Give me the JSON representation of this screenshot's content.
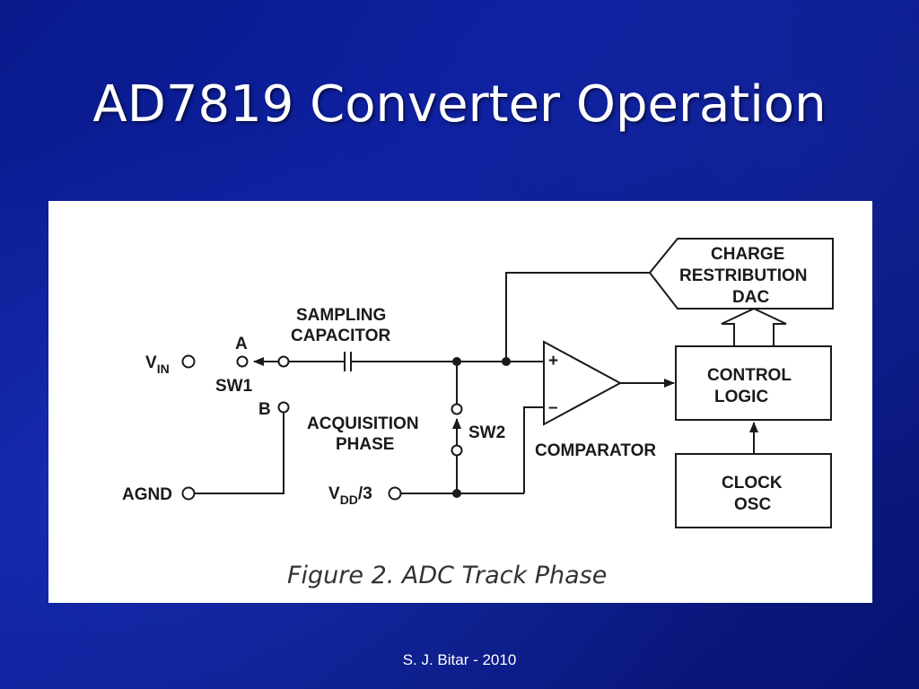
{
  "slide": {
    "title": "AD7819 Converter Operation",
    "footer": "S. J. Bitar - 2010"
  },
  "diagram": {
    "caption": "Figure 2.  ADC Track Phase",
    "labels": {
      "vin_main": "V",
      "vin_sub": "IN",
      "switch_pos_a": "A",
      "sw1": "SW1",
      "switch_pos_b": "B",
      "agnd": "AGND",
      "sampling_line1": "SAMPLING",
      "sampling_line2": "CAPACITOR",
      "acq_line1": "ACQUISITION",
      "acq_line2": "PHASE",
      "sw2": "SW2",
      "vdd_main": "V",
      "vdd_sub": "DD",
      "vdd_suffix": "/3",
      "plus": "+",
      "minus": "–",
      "comparator": "COMPARATOR",
      "dac_line1": "CHARGE",
      "dac_line2": "RESTRIBUTION",
      "dac_line3": "DAC",
      "ctrl_line1": "CONTROL",
      "ctrl_line2": "LOGIC",
      "clock_line1": "CLOCK",
      "clock_line2": "OSC"
    }
  }
}
